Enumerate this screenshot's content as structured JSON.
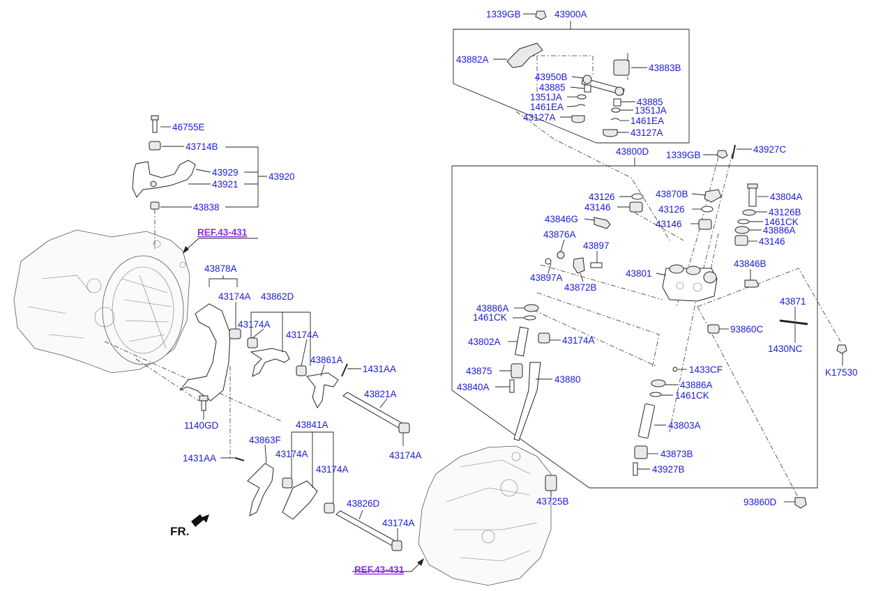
{
  "diagram": {
    "ref_labels": [
      "REF.43-431",
      "REF.43-431"
    ],
    "direction_label": "FR.",
    "part_numbers": {
      "p1339GB_top": "1339GB",
      "p43900A": "43900A",
      "p43882A": "43882A",
      "p43883B": "43883B",
      "p43950B": "43950B",
      "p43885_l": "43885",
      "p1351JA_l": "1351JA",
      "p1461EA_l": "1461EA",
      "p43127A_l": "43127A",
      "p43885_r": "43885",
      "p1351JA_r": "1351JA",
      "p1461EA_r": "1461EA",
      "p43127A_r": "43127A",
      "p46755E": "46755E",
      "p43714B": "43714B",
      "p43929": "43929",
      "p43921": "43921",
      "p43920": "43920",
      "p43838": "43838",
      "p43800D": "43800D",
      "p1339GB_mid": "1339GB",
      "p43927C": "43927C",
      "p43126_a": "43126",
      "p43146_a": "43146",
      "p43870B": "43870B",
      "p43804A": "43804A",
      "p43126_b": "43126",
      "p43126B": "43126B",
      "p43846G": "43846G",
      "p43146_b": "43146",
      "p1461CK_a": "1461CK",
      "p43886A_a": "43886A",
      "p43876A": "43876A",
      "p43897": "43897",
      "p43146_c": "43146",
      "p43801": "43801",
      "p43846B": "43846B",
      "p43897A": "43897A",
      "p43872B": "43872B",
      "p43871": "43871",
      "p43886A_b": "43886A",
      "p1461CK_b": "1461CK",
      "p93860C": "93860C",
      "p1430NC": "1430NC",
      "pK17530": "K17530",
      "p43802A": "43802A",
      "p43174A_s": "43174A",
      "p1433CF": "1433CF",
      "p43875": "43875",
      "p43886A_c": "43886A",
      "p43840A": "43840A",
      "p43880": "43880",
      "p1461CK_c": "1461CK",
      "p43803A": "43803A",
      "p43873B": "43873B",
      "p43927B": "43927B",
      "p43725B": "43725B",
      "p93860D": "93860D",
      "p43878A": "43878A",
      "p43174A_1": "43174A",
      "p43862D": "43862D",
      "p43174A_2": "43174A",
      "p43174A_3": "43174A",
      "p43861A": "43861A",
      "p1431AA_a": "1431AA",
      "p43821A": "43821A",
      "p43174A_4": "43174A",
      "p1140GD": "1140GD",
      "p43841A": "43841A",
      "p43863F": "43863F",
      "p1431AA_b": "1431AA",
      "p43174A_5": "43174A",
      "p43174A_6": "43174A",
      "p43826D": "43826D",
      "p43174A_7": "43174A"
    }
  }
}
